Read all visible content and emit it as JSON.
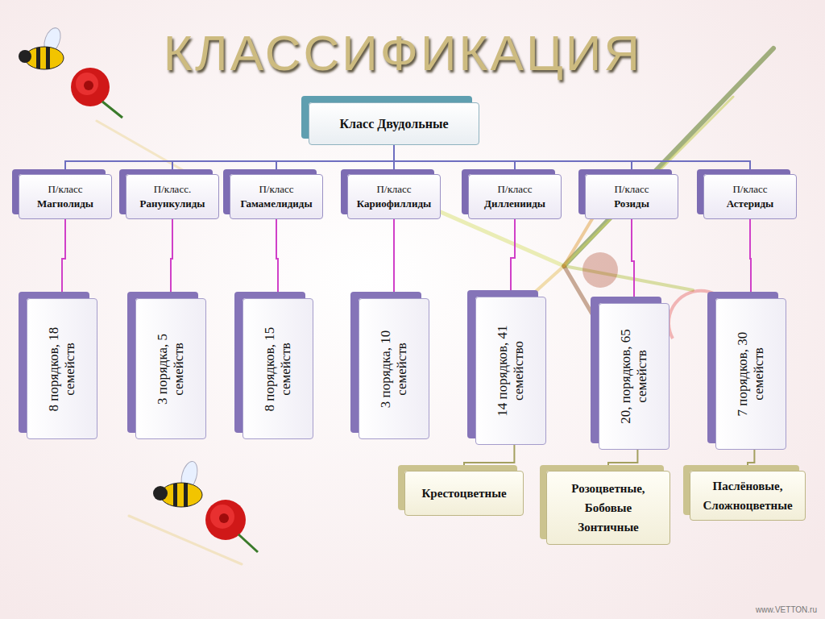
{
  "diagram": {
    "title": "КЛАССИФИКАЦИЯ",
    "nodes": [
      {
        "text": [
          "Класс Двудольные"
        ]
      },
      {
        "text": [
          "П/класс",
          "Магнолиды"
        ]
      },
      {
        "text": [
          "П/класс.",
          "Ранункулиды"
        ]
      },
      {
        "text": [
          "П/класс",
          "Гамамелидиды"
        ]
      },
      {
        "text": [
          "П/класс",
          "Кариофиллиды"
        ]
      },
      {
        "text": [
          "П/класс",
          "Дилленииды"
        ]
      },
      {
        "text": [
          "П/класс",
          "Розиды"
        ]
      },
      {
        "text": [
          "П/класс",
          "Астериды"
        ]
      },
      {
        "text": [
          "8 порядков, 18 семейств"
        ]
      },
      {
        "text": [
          "3 порядка, 5 семейств"
        ]
      },
      {
        "text": [
          "8 порядков, 15 семейств"
        ]
      },
      {
        "text": [
          "3 порядка, 10 семейств"
        ]
      },
      {
        "text": [
          "14 порядков, 41 семейство"
        ]
      },
      {
        "text": [
          "20, порядков, 65 семейств"
        ]
      },
      {
        "text": [
          "7 порядков, 30 семейств"
        ]
      },
      {
        "text": [
          "Крестоцветные"
        ]
      },
      {
        "text": [
          "Розоцветные, Бобовые Зонтичные"
        ]
      },
      {
        "text": [
          "Паслёновые, Сложноцветные"
        ]
      }
    ],
    "edges": [
      {
        "from": 0,
        "to": 1,
        "arrow": "none"
      },
      {
        "from": 0,
        "to": 2,
        "arrow": "none"
      },
      {
        "from": 0,
        "to": 3,
        "arrow": "none"
      },
      {
        "from": 0,
        "to": 4,
        "arrow": "none"
      },
      {
        "from": 0,
        "to": 5,
        "arrow": "none"
      },
      {
        "from": 0,
        "to": 6,
        "arrow": "none"
      },
      {
        "from": 0,
        "to": 7,
        "arrow": "none"
      },
      {
        "from": 1,
        "to": 8,
        "arrow": "none"
      },
      {
        "from": 2,
        "to": 9,
        "arrow": "none"
      },
      {
        "from": 3,
        "to": 10,
        "arrow": "none"
      },
      {
        "from": 4,
        "to": 11,
        "arrow": "none"
      },
      {
        "from": 5,
        "to": 12,
        "arrow": "none"
      },
      {
        "from": 6,
        "to": 13,
        "arrow": "none"
      },
      {
        "from": 7,
        "to": 14,
        "arrow": "none"
      },
      {
        "from": 12,
        "to": 15,
        "arrow": "none"
      },
      {
        "from": 13,
        "to": 16,
        "arrow": "none"
      },
      {
        "from": 14,
        "to": 17,
        "arrow": "none"
      }
    ],
    "labels": [
      "www.VETTON.ru"
    ]
  }
}
